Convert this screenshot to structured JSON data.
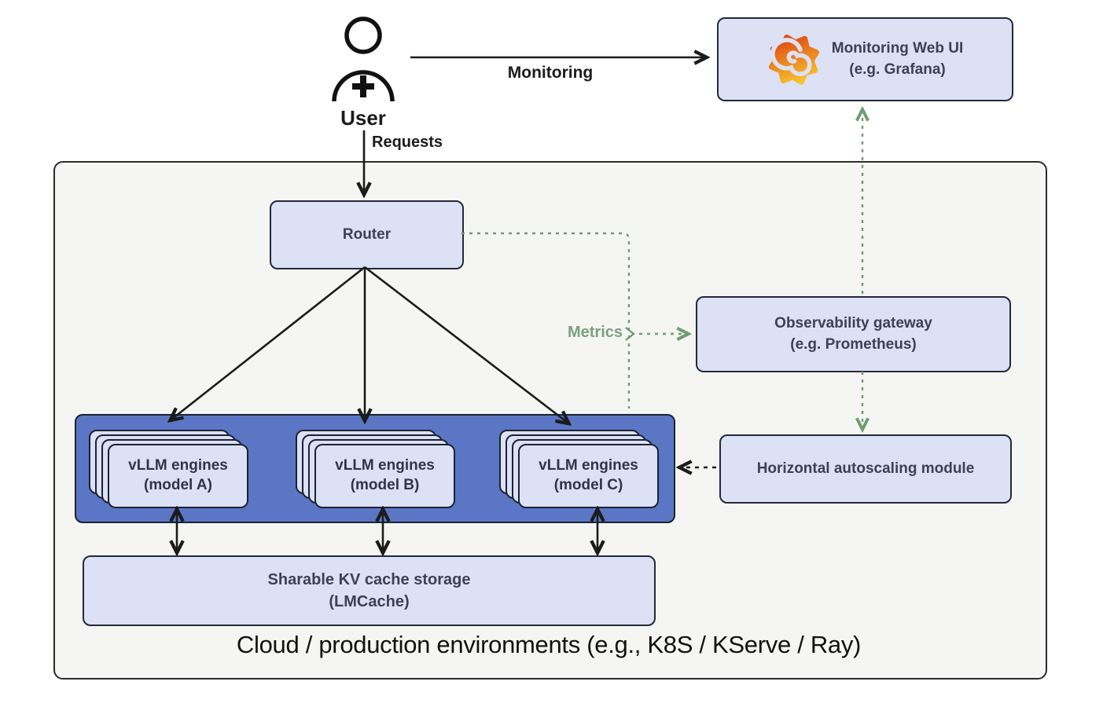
{
  "user": {
    "label": "User"
  },
  "edges": {
    "monitoring": "Monitoring",
    "requests": "Requests",
    "metrics": "Metrics"
  },
  "boxes": {
    "monitoring_web_ui": {
      "line1": "Monitoring Web UI",
      "line2": "(e.g. Grafana)"
    },
    "router": {
      "label": "Router"
    },
    "observability_gateway": {
      "line1": "Observability gateway",
      "line2": "(e.g. Prometheus)"
    },
    "autoscaling": {
      "label": "Horizontal autoscaling module"
    },
    "kv_cache": {
      "line1": "Sharable KV cache storage",
      "line2": "(LMCache)"
    },
    "engine_groups": [
      {
        "line1": "vLLM engines",
        "line2": "(model A)"
      },
      {
        "line1": "vLLM engines",
        "line2": "(model B)"
      },
      {
        "line1": "vLLM engines",
        "line2": "(model C)"
      }
    ]
  },
  "environment_caption": "Cloud / production environments (e.g., K8S / KServe / Ray)",
  "icons": {
    "user": "user-icon",
    "grafana": "grafana-logo-icon"
  },
  "colors": {
    "box_fill": "#dde1f5",
    "box_border": "#232a3a",
    "engines_container_fill": "#5b76c4",
    "outer_fill": "#f5f5f3",
    "metrics_green": "#6f9c72",
    "arrow_black": "#1b1b1b",
    "grafana_orange": "#e04a12",
    "grafana_yellow": "#f7c52f"
  }
}
